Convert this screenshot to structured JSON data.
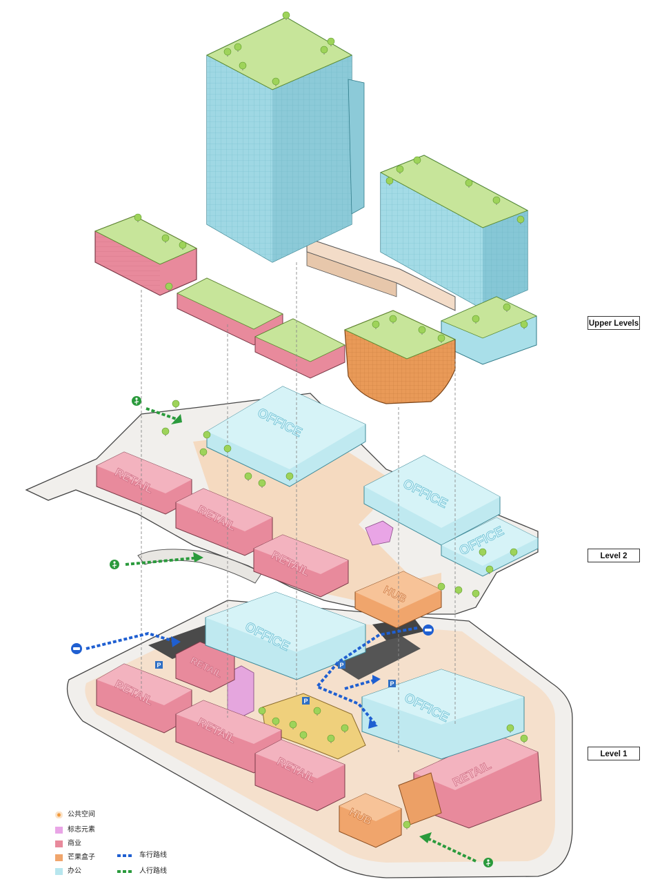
{
  "levels": {
    "upper": "Upper Levels",
    "level2": "Level 2",
    "level1": "Level 1"
  },
  "blocks": {
    "office": "OFFICE",
    "retail": "RETAIL",
    "hub": "HUB"
  },
  "legend": {
    "public_space": "公共空间",
    "landmark": "标志元素",
    "commercial": "商业",
    "mango_box": "芒果盒子",
    "office": "办公",
    "vehicle_route": "车行路线",
    "pedestrian_route": "人行路线"
  },
  "colors": {
    "retail": "#e88a9c",
    "retail_dark": "#c9697c",
    "office": "#b7e6ee",
    "office_dark": "#7cc3d2",
    "hub": "#f0a56c",
    "mango": "#e99a58",
    "landmark": "#e9a5e6",
    "public": "#f6d6b8",
    "roof": "#c7e59a",
    "tree": "#9ed35a",
    "vehicle": "#1f5fd1",
    "pedestrian": "#2a9a3c",
    "parking": "#2f6fc4"
  },
  "icons": {
    "car": "car-icon",
    "walker": "pedestrian-icon",
    "parking": "parking-icon"
  },
  "parking_letter": "P"
}
